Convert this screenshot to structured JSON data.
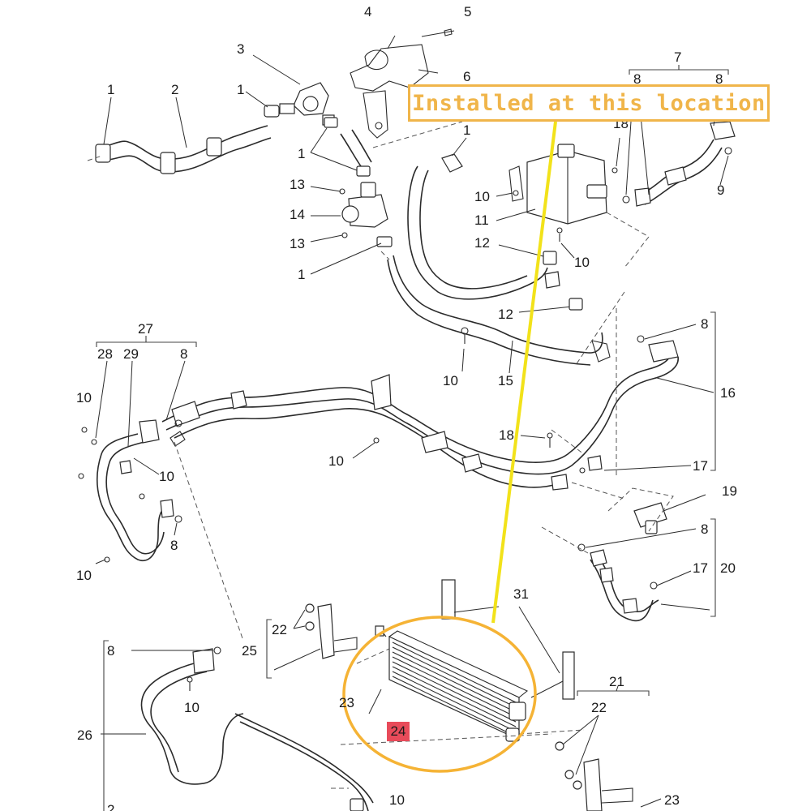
{
  "banner": {
    "text": "Installed at this location"
  },
  "highlight": {
    "label": "24",
    "color": "#e84b5a"
  },
  "colors": {
    "banner_border": "#f0b54a",
    "pointer_line": "#f2e21a",
    "ellipse": "#f5b335",
    "ink": "#2b2b2b"
  },
  "callouts": [
    {
      "id": "c4",
      "text": "4"
    },
    {
      "id": "c5",
      "text": "5"
    },
    {
      "id": "c3",
      "text": "3"
    },
    {
      "id": "c6",
      "text": "6"
    },
    {
      "id": "c7",
      "text": "7"
    },
    {
      "id": "c8a",
      "text": "8"
    },
    {
      "id": "c8b",
      "text": "8"
    },
    {
      "id": "c1a",
      "text": "1"
    },
    {
      "id": "c2",
      "text": "2"
    },
    {
      "id": "c1b",
      "text": "1"
    },
    {
      "id": "c1c",
      "text": "1"
    },
    {
      "id": "c1d",
      "text": "1"
    },
    {
      "id": "c13a",
      "text": "13"
    },
    {
      "id": "c14",
      "text": "14"
    },
    {
      "id": "c13b",
      "text": "13"
    },
    {
      "id": "c1e",
      "text": "1"
    },
    {
      "id": "c10a",
      "text": "10"
    },
    {
      "id": "c11",
      "text": "11"
    },
    {
      "id": "c12a",
      "text": "12"
    },
    {
      "id": "c10b",
      "text": "10"
    },
    {
      "id": "c9",
      "text": "9"
    },
    {
      "id": "c18top",
      "text": "18"
    },
    {
      "id": "c12b",
      "text": "12"
    },
    {
      "id": "c10c",
      "text": "10"
    },
    {
      "id": "c15",
      "text": "15"
    },
    {
      "id": "c8c",
      "text": "8"
    },
    {
      "id": "c16",
      "text": "16"
    },
    {
      "id": "c27",
      "text": "27"
    },
    {
      "id": "c28",
      "text": "28"
    },
    {
      "id": "c29",
      "text": "29"
    },
    {
      "id": "c8d",
      "text": "8"
    },
    {
      "id": "c10d",
      "text": "10"
    },
    {
      "id": "c10e",
      "text": "10"
    },
    {
      "id": "c10f",
      "text": "10"
    },
    {
      "id": "c18",
      "text": "18"
    },
    {
      "id": "c17a",
      "text": "17"
    },
    {
      "id": "c19",
      "text": "19"
    },
    {
      "id": "c8e",
      "text": "8"
    },
    {
      "id": "c17b",
      "text": "17"
    },
    {
      "id": "c20",
      "text": "20"
    },
    {
      "id": "c8f",
      "text": "8"
    },
    {
      "id": "c10g",
      "text": "10"
    },
    {
      "id": "c31",
      "text": "31"
    },
    {
      "id": "c22a",
      "text": "22"
    },
    {
      "id": "c25",
      "text": "25"
    },
    {
      "id": "c8g",
      "text": "8"
    },
    {
      "id": "c10h",
      "text": "10"
    },
    {
      "id": "c23a",
      "text": "23"
    },
    {
      "id": "c26",
      "text": "26"
    },
    {
      "id": "c21",
      "text": "21"
    },
    {
      "id": "c22b",
      "text": "22"
    },
    {
      "id": "c10i",
      "text": "10"
    },
    {
      "id": "c23b",
      "text": "23"
    },
    {
      "id": "c2b",
      "text": "2"
    }
  ]
}
